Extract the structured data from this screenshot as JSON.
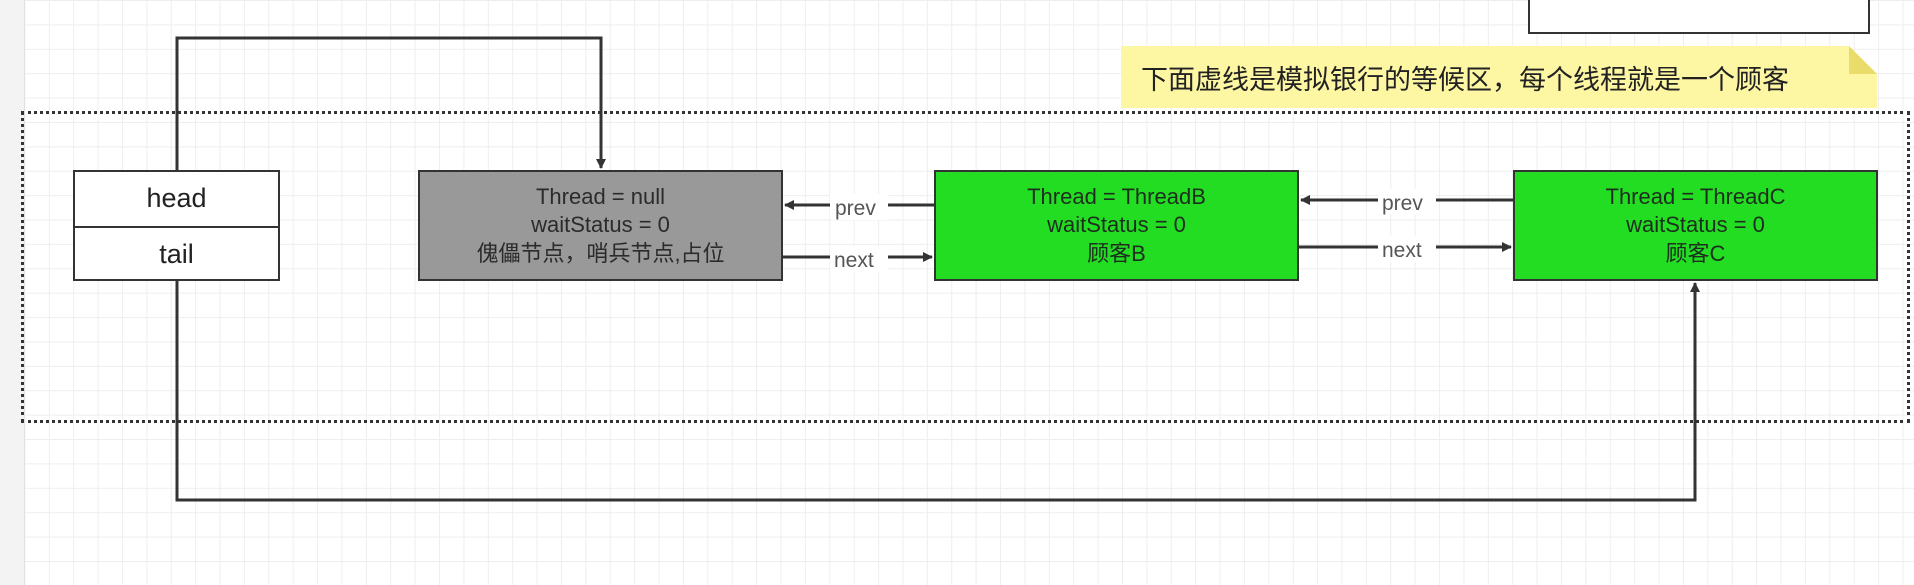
{
  "note": {
    "text": "下面虚线是模拟银行的等候区，每个线程就是一个顾客"
  },
  "pointers": {
    "head": "head",
    "tail": "tail"
  },
  "nodes": [
    {
      "id": "sentinel",
      "lines": [
        "Thread = null",
        "waitStatus = 0",
        "傀儡节点，哨兵节点,占位"
      ],
      "color": "#999999"
    },
    {
      "id": "threadB",
      "lines": [
        "Thread = ThreadB",
        "waitStatus = 0",
        "顾客B"
      ],
      "color": "#22dd22"
    },
    {
      "id": "threadC",
      "lines": [
        "Thread = ThreadC",
        "waitStatus = 0",
        "顾客C"
      ],
      "color": "#22dd22"
    }
  ],
  "links": {
    "prev": "prev",
    "next": "next"
  }
}
